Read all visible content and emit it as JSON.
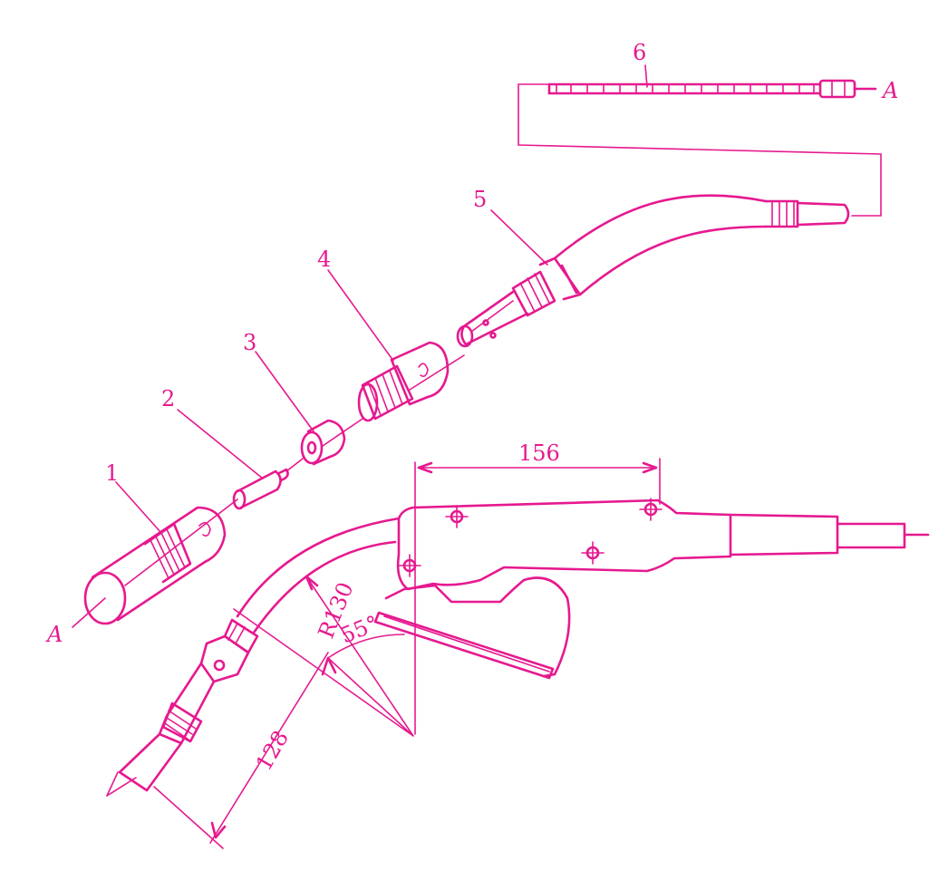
{
  "colors": {
    "ink": "#e6198f",
    "background": "#ffffff"
  },
  "callouts": {
    "part1": "1",
    "part2": "2",
    "part3": "3",
    "part4": "4",
    "part5": "5",
    "part6": "6"
  },
  "axis_marks": {
    "left": "A",
    "right": "A"
  },
  "dimensions": {
    "handle_length": "156",
    "neck_length": "128",
    "neck_radius": "R130",
    "neck_angle": "55°"
  }
}
